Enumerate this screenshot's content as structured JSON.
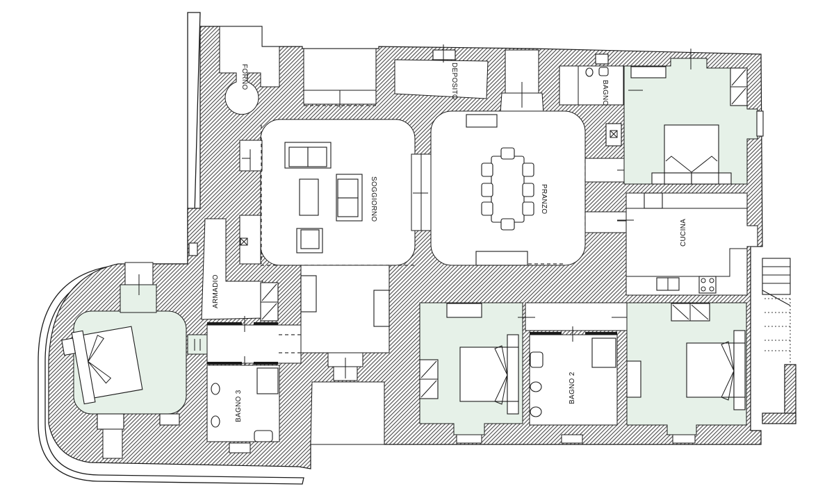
{
  "plan": {
    "colors": {
      "wall_hatch": "#4a4a4a",
      "bedroom_fill": "#e6f1e8",
      "floor": "#ffffff"
    },
    "rooms": [
      {
        "id": "forno",
        "label": "FORNO"
      },
      {
        "id": "deposito",
        "label": "DEPOSITO"
      },
      {
        "id": "bagno",
        "label": "BAGNO"
      },
      {
        "id": "soggiorno",
        "label": "SOGGIORNO"
      },
      {
        "id": "pranzo",
        "label": "PRANZO"
      },
      {
        "id": "cucina",
        "label": "CUCINA"
      },
      {
        "id": "armadio",
        "label": "ARMADIO"
      },
      {
        "id": "bagno3",
        "label": "BAGNO 3"
      },
      {
        "id": "bagno2",
        "label": "BAGNO 2"
      }
    ],
    "icons": [
      "hatch-wall",
      "double-bed-icon",
      "sofa-icon",
      "armchair-icon",
      "dining-table-icon",
      "toilet-icon",
      "bidet-icon",
      "sink-icon",
      "shower-icon",
      "stove-icon",
      "wardrobe-icon",
      "stairs-icon",
      "chimney-icon"
    ]
  }
}
